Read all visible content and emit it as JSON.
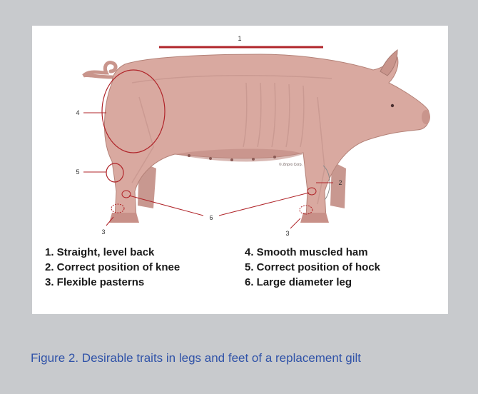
{
  "callouts": {
    "n1": "1",
    "n2": "2",
    "n3a": "3",
    "n3b": "3",
    "n4": "4",
    "n5": "5",
    "n6": "6"
  },
  "copyright": "© Zinpro Corp.",
  "legend": [
    "1. Straight, level back",
    "4. Smooth muscled ham",
    "2. Correct position of knee",
    "5. Correct position of hock",
    "3. Flexible pasterns",
    "6. Large diameter leg"
  ],
  "caption": "Figure 2. Desirable traits in legs and feet of a replacement gilt",
  "colors": {
    "background": "#c8cacd",
    "card": "#ffffff",
    "pig_body": "#d9a9a0",
    "callout_red": "#b0252a",
    "caption_blue": "#2f52a8"
  }
}
